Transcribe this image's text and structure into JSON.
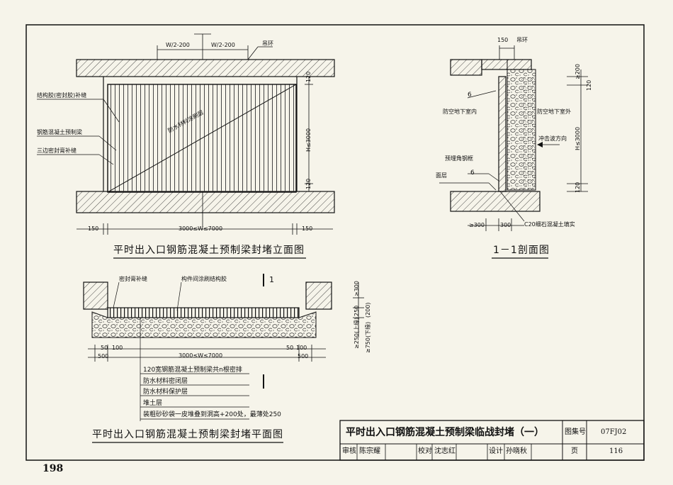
{
  "page_number": "198",
  "title_block": {
    "title": "平时出入口钢筋混凝土预制梁临战封堵（一）",
    "atlas_label": "图集号",
    "atlas_no": "07FJ02",
    "page_label": "页",
    "page_no": "116",
    "review_label": "审核",
    "reviewer": "陈宗耀",
    "check_label": "校对",
    "checker": "沈志红",
    "design_label": "设计",
    "designer": "孙晓秋"
  },
  "elevation": {
    "caption": "平时出入口钢筋混凝土预制梁封堵立面图",
    "dim_half_left": "W/2-200",
    "dim_half_right": "W/2-200",
    "hook": "吊环",
    "note_joint": "结构胶(密封胶)补缝",
    "note_beam": "钢筋混凝土预制梁",
    "note_sealant": "三边密封膏补缝",
    "note_diagonal": "防水材料涂刷层",
    "dim_top": "120",
    "dim_height": "H≤3000",
    "dim_bottom": "120",
    "dim_left": "150",
    "dim_width": "3000≤W≤7000",
    "dim_right": "150"
  },
  "section": {
    "caption": "1－1剖面图",
    "dim_150": "150",
    "hook": "吊环",
    "dim_200": "≥200",
    "dim_120_top": "120",
    "mark1": "6",
    "inside": "防空地下室内",
    "outside": "防空地下室外",
    "blast": "冲击波方向",
    "dim_height": "H≤3000",
    "angle_frame": "预埋角钢框",
    "mark2": "6",
    "floor": "面层",
    "dim_120_bottom": "120",
    "dim_300a": "≥300",
    "dim_300b": "300",
    "c20": "C20细石混凝土填实"
  },
  "plan": {
    "caption": "平时出入口钢筋混凝土预制梁封堵平面图",
    "section_mark": "1",
    "note_sealant": "密封膏补缝",
    "note_glue": "构件间涂刷结构胶",
    "dim_300": "≥300",
    "dim_250": "250",
    "dim_200": "(200)",
    "dim_250up": "≥250(上缘)",
    "dim_750": "≥750(下缘)",
    "dim_50l": "50",
    "dim_100l": "100",
    "dim_500l": "500",
    "dim_width": "3000≤W≤7000",
    "dim_50r": "50",
    "dim_100r": "100",
    "dim_500r": "500",
    "layers": [
      "120宽钢筋混凝土预制梁共n根密排",
      "防水材料密闭层",
      "防水材料保护层",
      "堆土层",
      "装粗砂砂袋一皮堆叠到洞高+200处，最薄处250"
    ]
  }
}
